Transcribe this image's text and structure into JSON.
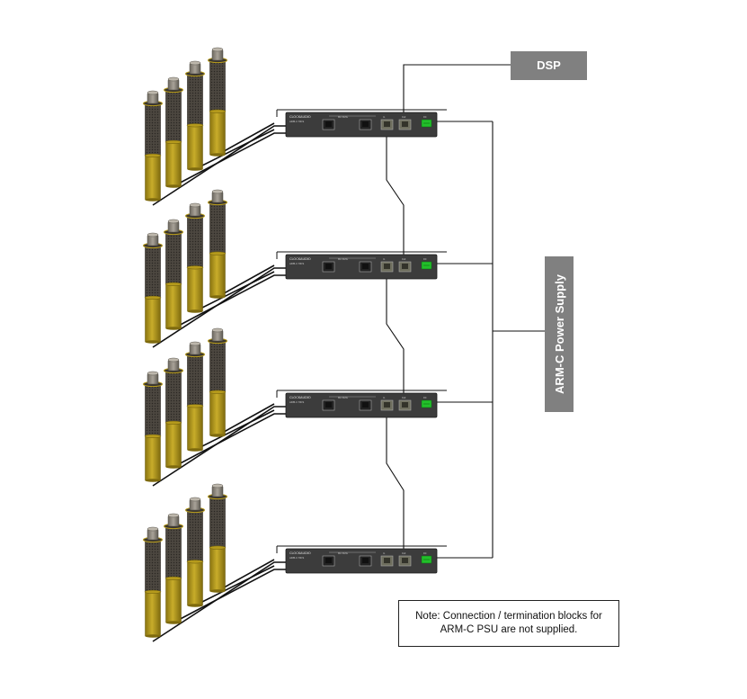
{
  "labels": {
    "dsp": "DSP",
    "psu": "ARM-C Power Supply"
  },
  "note": {
    "line1": "Note: Connection / termination blocks for",
    "line2": "ARM-C PSU are not supplied."
  },
  "device": {
    "brand": "CLOCKAUDIO",
    "model": "ARM-C MCS",
    "mic_count": "Mic Ports",
    "port_in": "In",
    "port_out": "Out",
    "port_dc": "DC"
  },
  "colors": {
    "box": "#808080",
    "device_body": "#3c3c3c",
    "mic_dark": "#4a4640",
    "mic_gold": "#b59a1c",
    "wire": "#111111"
  }
}
